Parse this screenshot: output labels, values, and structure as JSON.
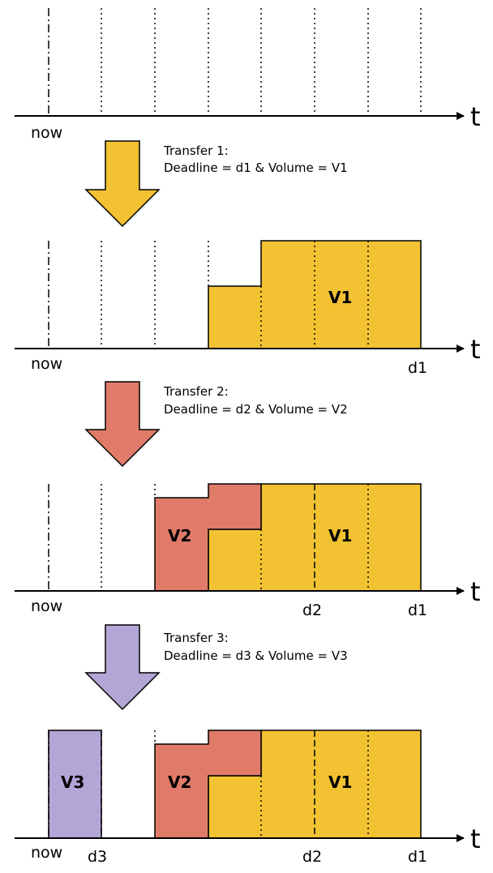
{
  "colors": {
    "transfer1": "#F2C232",
    "transfer2": "#E07B69",
    "transfer3": "#B3A6D6"
  },
  "axis": {
    "label": "t",
    "origin_label": "now"
  },
  "steps": [
    {
      "title": "Transfer 1:",
      "subtitle": "Deadline = d1 & Volume = V1",
      "color": "transfer1"
    },
    {
      "title": "Transfer 2:",
      "subtitle": "Deadline = d2 & Volume = V2",
      "color": "transfer2"
    },
    {
      "title": "Transfer 3:",
      "subtitle": "Deadline = d3 & Volume = V3",
      "color": "transfer3"
    }
  ],
  "panels": [
    {
      "deadline_labels": []
    },
    {
      "deadline_labels": [
        "d1"
      ],
      "volume_labels": [
        "V1"
      ]
    },
    {
      "deadline_labels": [
        "d2",
        "d1"
      ],
      "volume_labels": [
        "V2",
        "V1"
      ]
    },
    {
      "deadline_labels": [
        "d3",
        "d2",
        "d1"
      ],
      "volume_labels": [
        "V3",
        "V2",
        "V1"
      ]
    }
  ]
}
